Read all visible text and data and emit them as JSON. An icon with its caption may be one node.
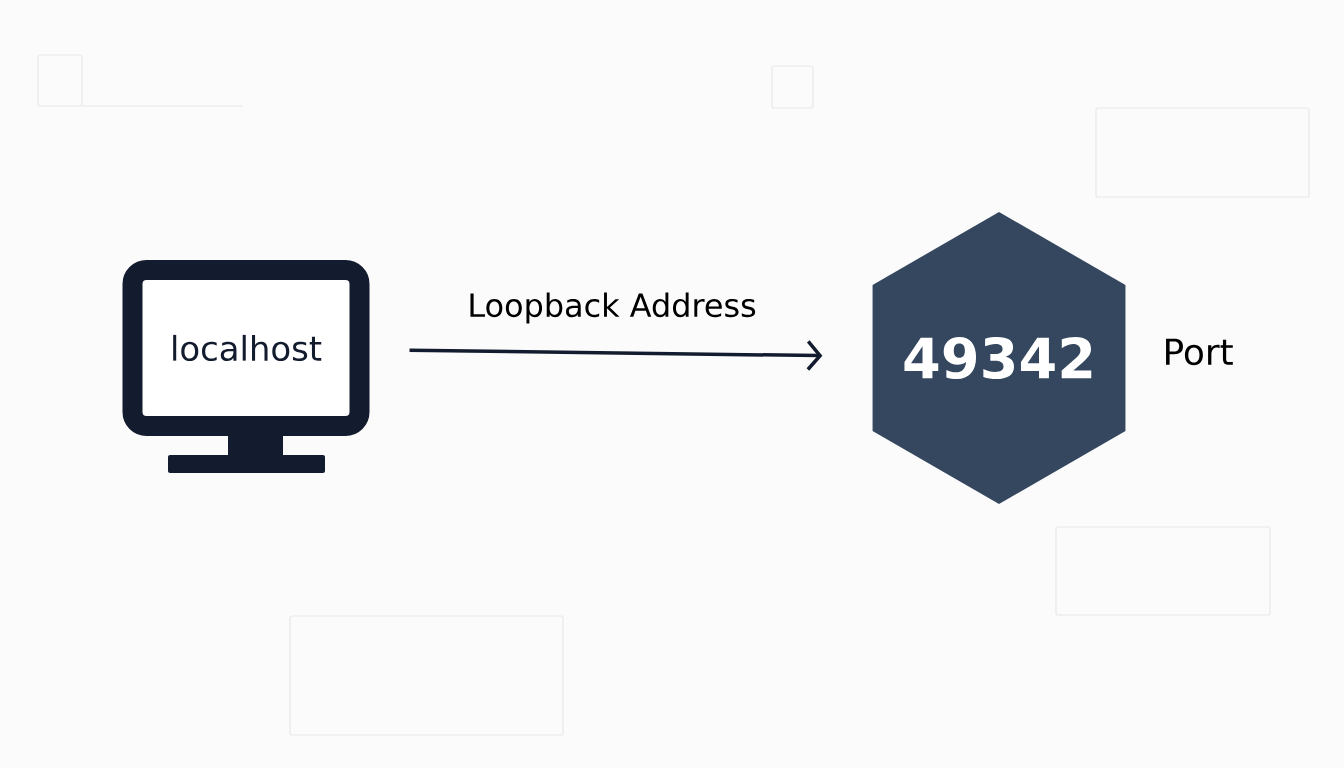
{
  "diagram": {
    "nodes": [
      {
        "text": [
          "localhost"
        ]
      },
      {
        "text": [
          "49342"
        ],
        "beside": [
          "Port"
        ]
      }
    ],
    "edges": [
      {
        "from": 0,
        "to": 1,
        "arrow": "to",
        "label": "Loopback Address"
      }
    ]
  }
}
